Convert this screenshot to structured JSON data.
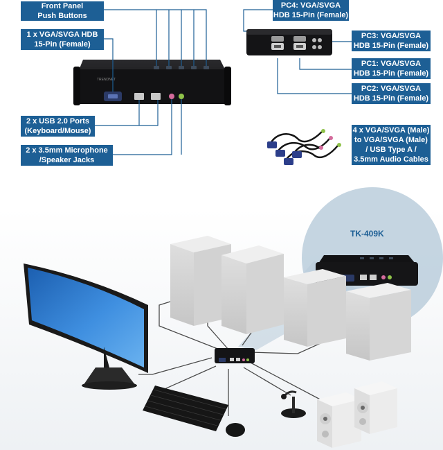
{
  "callouts": {
    "front_panel": [
      "Front Panel",
      "Push Buttons"
    ],
    "vga_console": [
      "1 x VGA/SVGA HDB",
      "15-Pin (Female)"
    ],
    "usb_ports": [
      "2 x USB 2.0 Ports",
      "(Keyboard/Mouse)"
    ],
    "audio_jacks": [
      "2 x 3.5mm Microphone",
      "/Speaker Jacks"
    ],
    "pc4": [
      "PC4: VGA/SVGA",
      "HDB 15-Pin (Female)"
    ],
    "pc3": [
      "PC3: VGA/SVGA",
      "HDB 15-Pin (Female)"
    ],
    "pc1": [
      "PC1: VGA/SVGA",
      "HDB 15-Pin (Female)"
    ],
    "pc2": [
      "PC2: VGA/SVGA",
      "HDB 15-Pin (Female)"
    ],
    "cables": [
      "4 x VGA/SVGA (Male)",
      "to VGA/SVGA (Male)",
      "/ USB Type A /",
      "3.5mm Audio Cables"
    ]
  },
  "model_name": "TK-409K",
  "device_brand": "TRENDNET",
  "colors": {
    "label_bg": "#1d5f95",
    "label_text": "#ffffff",
    "leader_line": "#1d5f95",
    "device_body": "#141416",
    "zoom_circle": "#b7cad9",
    "model_text": "#1d5f95",
    "monitor_screen": "#2f7fd0"
  }
}
